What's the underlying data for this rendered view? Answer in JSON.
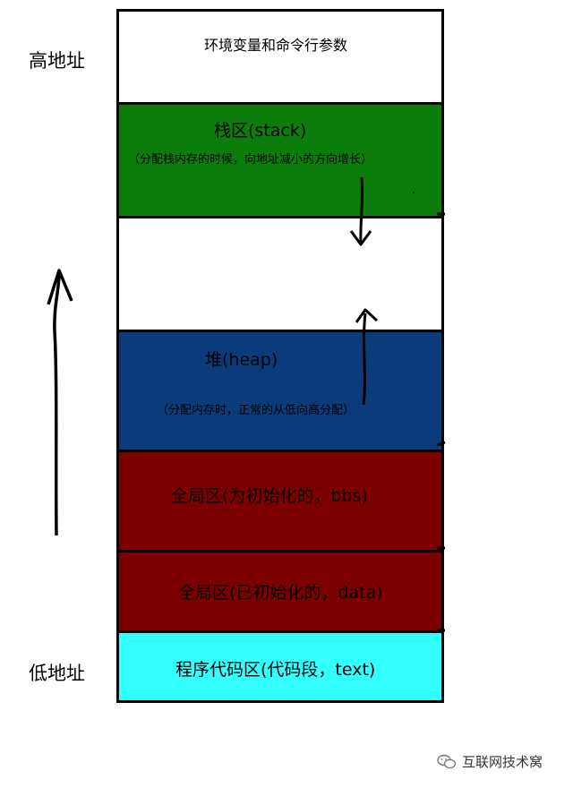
{
  "side_labels": {
    "high": "高地址",
    "low": "低地址"
  },
  "segments": [
    {
      "label": "环境变量和命令行参数",
      "color": "#ffffff"
    },
    {
      "label": "栈区(stack)",
      "note": "（分配栈内存的时候，向地址减小的方向增长）",
      "color": "#0b7d0b"
    },
    {
      "label": "",
      "color": "#ffffff"
    },
    {
      "label": "堆(heap)",
      "note": "（分配内存时，正常的从低向高分配）",
      "color": "#0a3c7c"
    },
    {
      "label": "全局区(为初始化的，bbs)",
      "color": "#7d0000"
    },
    {
      "label": "全局区(已初始化的，data)",
      "color": "#7d0000"
    },
    {
      "label": "程序代码区(代码段，text)",
      "color": "#33ffff"
    }
  ],
  "watermark": {
    "text": "互联网技术窝",
    "icon": "wechat-icon"
  }
}
